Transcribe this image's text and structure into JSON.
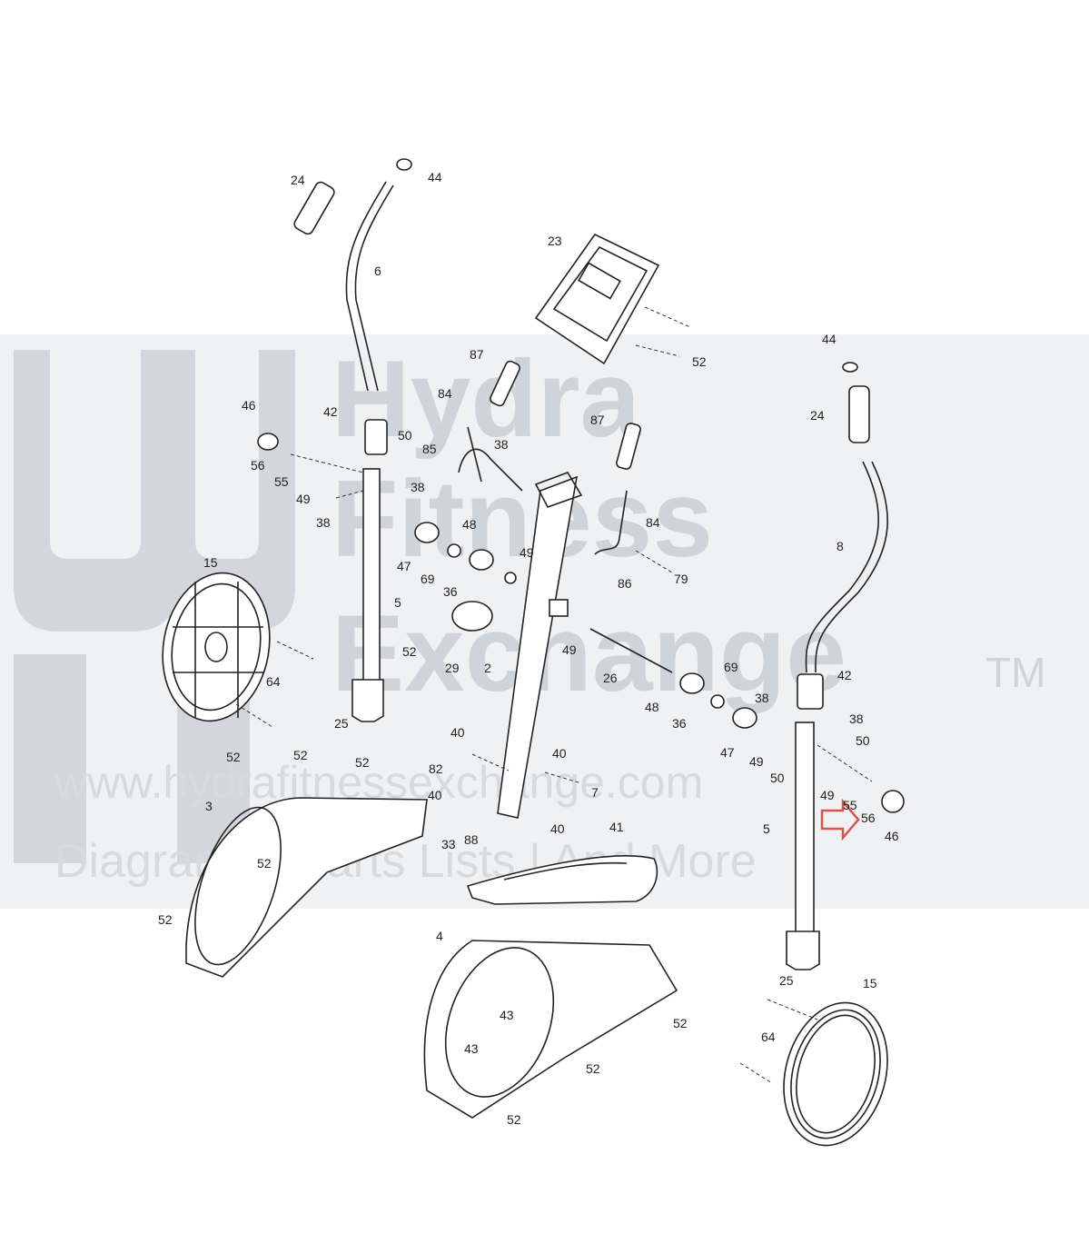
{
  "watermark": {
    "brand_line1": "Hydra",
    "brand_line2": "Fitness",
    "brand_line3": "Exchange",
    "trademark": "TM",
    "url": "www.hydrafitnessexchange.com",
    "tagline": "Diagrams | Parts Lists | And More",
    "logo_icon": "hydra-logo-icon"
  },
  "highlight": {
    "icon": "red-outline-arrow-icon",
    "color": "#d9534f",
    "target_part": "56"
  },
  "callouts": [
    "24",
    "44",
    "6",
    "23",
    "52",
    "87",
    "84",
    "85",
    "38",
    "42",
    "50",
    "46",
    "56",
    "55",
    "49",
    "38",
    "38",
    "87",
    "84",
    "48",
    "49",
    "47",
    "69",
    "36",
    "86",
    "79",
    "49",
    "15",
    "5",
    "52",
    "29",
    "2",
    "26",
    "69",
    "48",
    "36",
    "64",
    "25",
    "44",
    "24",
    "8",
    "42",
    "38",
    "38",
    "50",
    "47",
    "49",
    "50",
    "49",
    "55",
    "56",
    "46",
    "5",
    "40",
    "40",
    "82",
    "7",
    "40",
    "88",
    "33",
    "40",
    "41",
    "52",
    "52",
    "52",
    "3",
    "52",
    "52",
    "4",
    "43",
    "52",
    "43",
    "52",
    "52",
    "25",
    "15",
    "64"
  ]
}
